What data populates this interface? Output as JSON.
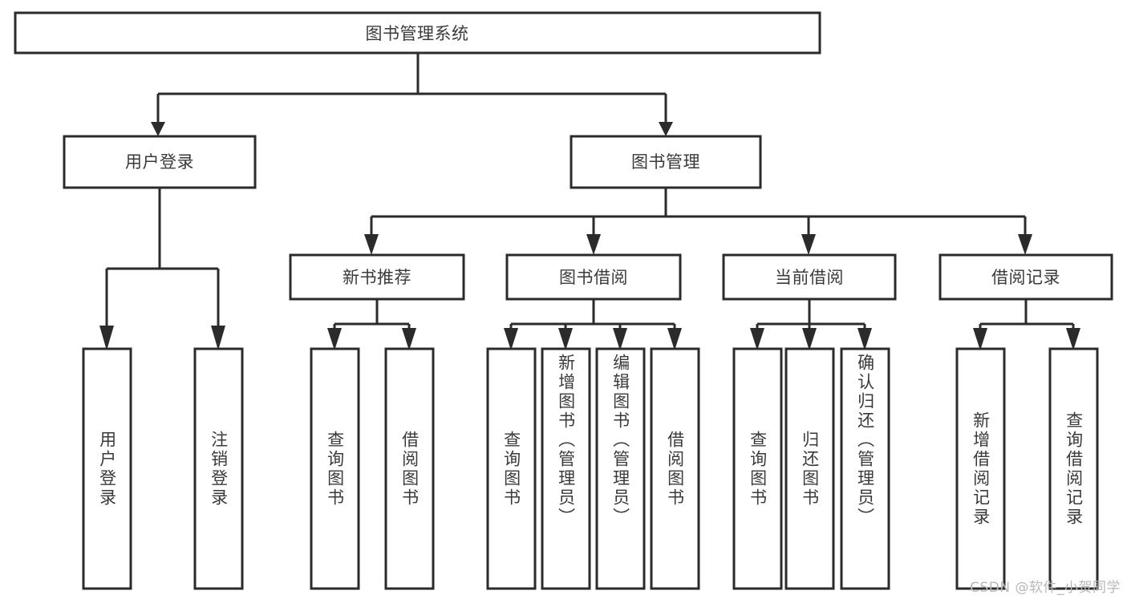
{
  "diagram": {
    "type": "tree-hierarchy",
    "title": "图书管理系统",
    "watermark": "CSDN @软件_小贺同学",
    "colors": {
      "stroke": "#2b2b2b",
      "box_fill": "#ffffff",
      "text": "#3a3a3a",
      "background": "#ffffff",
      "watermark": "#b8b8b8"
    },
    "root": {
      "label": "图书管理系统"
    },
    "level2": [
      {
        "label": "用户登录"
      },
      {
        "label": "图书管理"
      }
    ],
    "level3": [
      {
        "label": "新书推荐"
      },
      {
        "label": "图书借阅"
      },
      {
        "label": "当前借阅"
      },
      {
        "label": "借阅记录"
      }
    ],
    "leaves": {
      "user_login": [
        {
          "label": "用户登录"
        },
        {
          "label": "注销登录"
        }
      ],
      "new_book_recommend": [
        {
          "label": "查询图书"
        },
        {
          "label": "借阅图书"
        }
      ],
      "book_borrow": [
        {
          "label": "查询图书"
        },
        {
          "label": "新增图书（管理员）"
        },
        {
          "label": "编辑图书（管理员）"
        },
        {
          "label": "借阅图书"
        }
      ],
      "current_borrow": [
        {
          "label": "查询图书"
        },
        {
          "label": "归还图书"
        },
        {
          "label": "确认归还（管理员）"
        }
      ],
      "borrow_record": [
        {
          "label": "新增借阅记录"
        },
        {
          "label": "查询借阅记录"
        }
      ]
    }
  }
}
